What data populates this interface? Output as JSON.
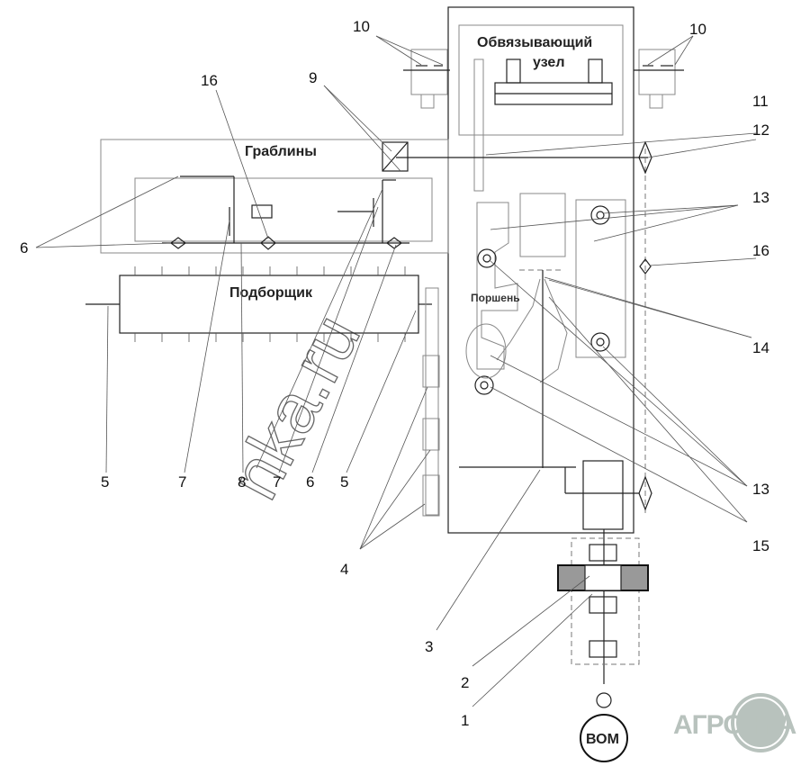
{
  "labels": {
    "binding_unit_line1": "Обвязывающий",
    "binding_unit_line2": "узел",
    "rakes": "Граблины",
    "pickup": "Подборщик",
    "piston": "Поршень",
    "pto": "ВОМ"
  },
  "callouts": {
    "n10a": "10",
    "n10b": "10",
    "n16a": "16",
    "n9": "9",
    "n11": "11",
    "n12": "12",
    "n13a": "13",
    "n6a": "6",
    "n16b": "16",
    "n14": "14",
    "n5a": "5",
    "n7a": "7",
    "n8": "8",
    "n7b": "7",
    "n6b": "6",
    "n5b": "5",
    "n13b": "13",
    "n4": "4",
    "n15": "15",
    "n3": "3",
    "n2": "2",
    "n1": "1"
  },
  "watermark": "nka.ru",
  "logo": "АГРОНКА",
  "colors": {
    "line": "#222222",
    "logo": "#b8c2bd"
  }
}
